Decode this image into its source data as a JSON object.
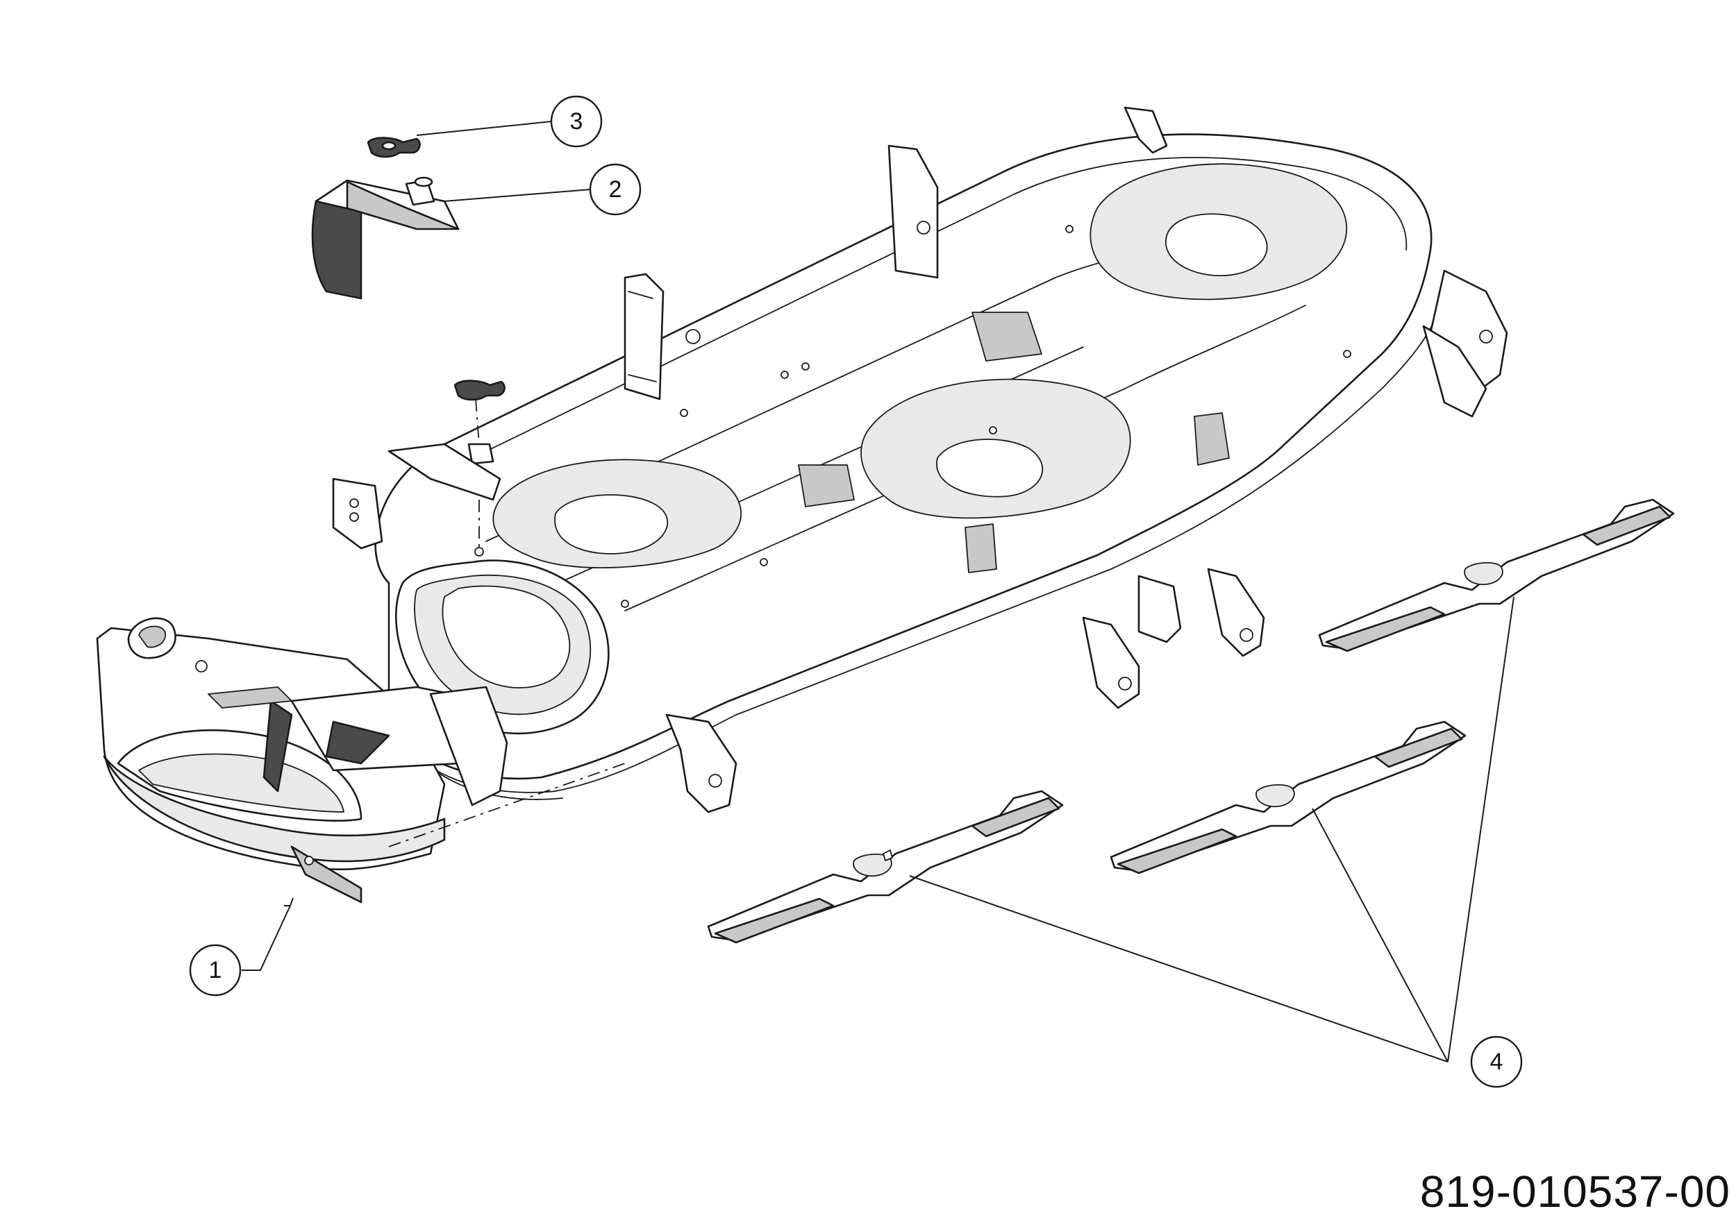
{
  "drawing_number": "819-010537-00",
  "callouts": [
    {
      "id": "1",
      "label": "1"
    },
    {
      "id": "2",
      "label": "2"
    },
    {
      "id": "3",
      "label": "3"
    },
    {
      "id": "4",
      "label": "4"
    }
  ],
  "colors": {
    "line": "#1a1a1a",
    "background": "#ffffff"
  }
}
